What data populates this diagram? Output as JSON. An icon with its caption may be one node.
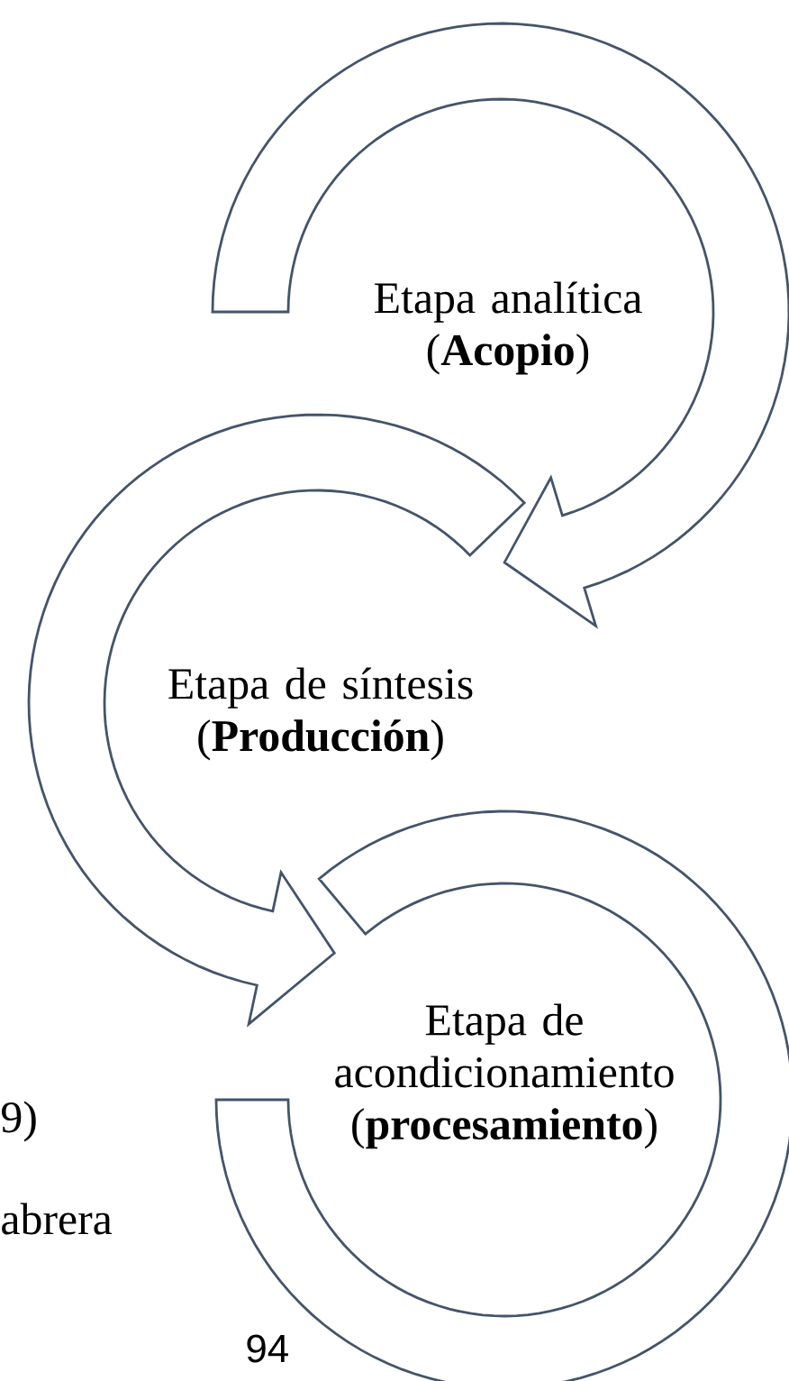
{
  "diagram": {
    "nodes": [
      {
        "text": [
          "Etapa analítica (**Acopio**)"
        ]
      },
      {
        "text": [
          "Etapa de síntesis (**Producción**)"
        ]
      },
      {
        "text": [
          "Etapa de acondicionamiento (**procesamiento**)"
        ]
      }
    ],
    "edges": [
      {
        "from": 0,
        "to": 1,
        "arrow": "to"
      },
      {
        "from": 1,
        "to": 2,
        "arrow": "to"
      },
      {
        "from": 2,
        "to": null,
        "arrow": "none"
      }
    ],
    "labels": [
      "9)",
      "abrera",
      "94"
    ]
  }
}
